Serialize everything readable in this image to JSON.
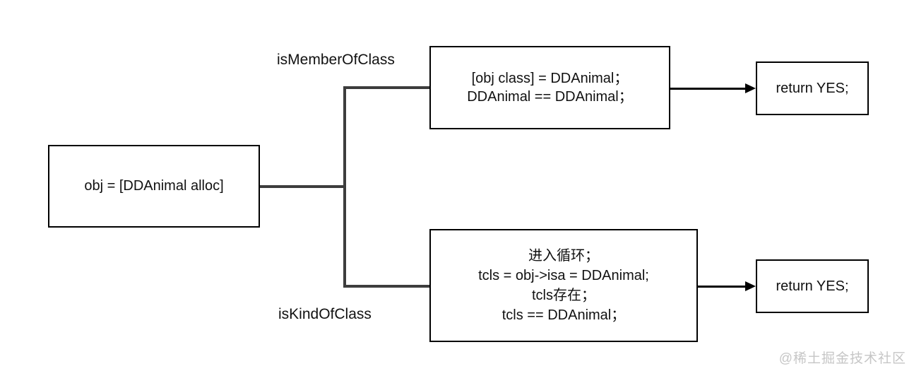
{
  "diagram": {
    "title_context": "isMemberOfClass / isKindOfClass flow",
    "nodes": {
      "start": {
        "text": "obj = [DDAnimal alloc]"
      },
      "member_check": {
        "lines": {
          "0": "[obj class] = DDAnimal；",
          "1": "DDAnimal == DDAnimal；"
        }
      },
      "kind_check": {
        "lines": {
          "0": "进入循环；",
          "1": "tcls = obj->isa = DDAnimal;",
          "2": "tcls存在；",
          "3": "tcls == DDAnimal；"
        }
      },
      "member_result": {
        "text": "return YES;"
      },
      "kind_result": {
        "text": "return YES;"
      }
    },
    "labels": {
      "member_branch": "isMemberOfClass",
      "kind_branch": "isKindOfClass"
    },
    "watermark": "@稀土掘金技术社区",
    "colors": {
      "background": "#ffffff",
      "box_border": "#000000",
      "connector": "#3d3d3d",
      "arrow": "#000000",
      "text": "#111111",
      "watermark": "#c6c6c6"
    }
  }
}
